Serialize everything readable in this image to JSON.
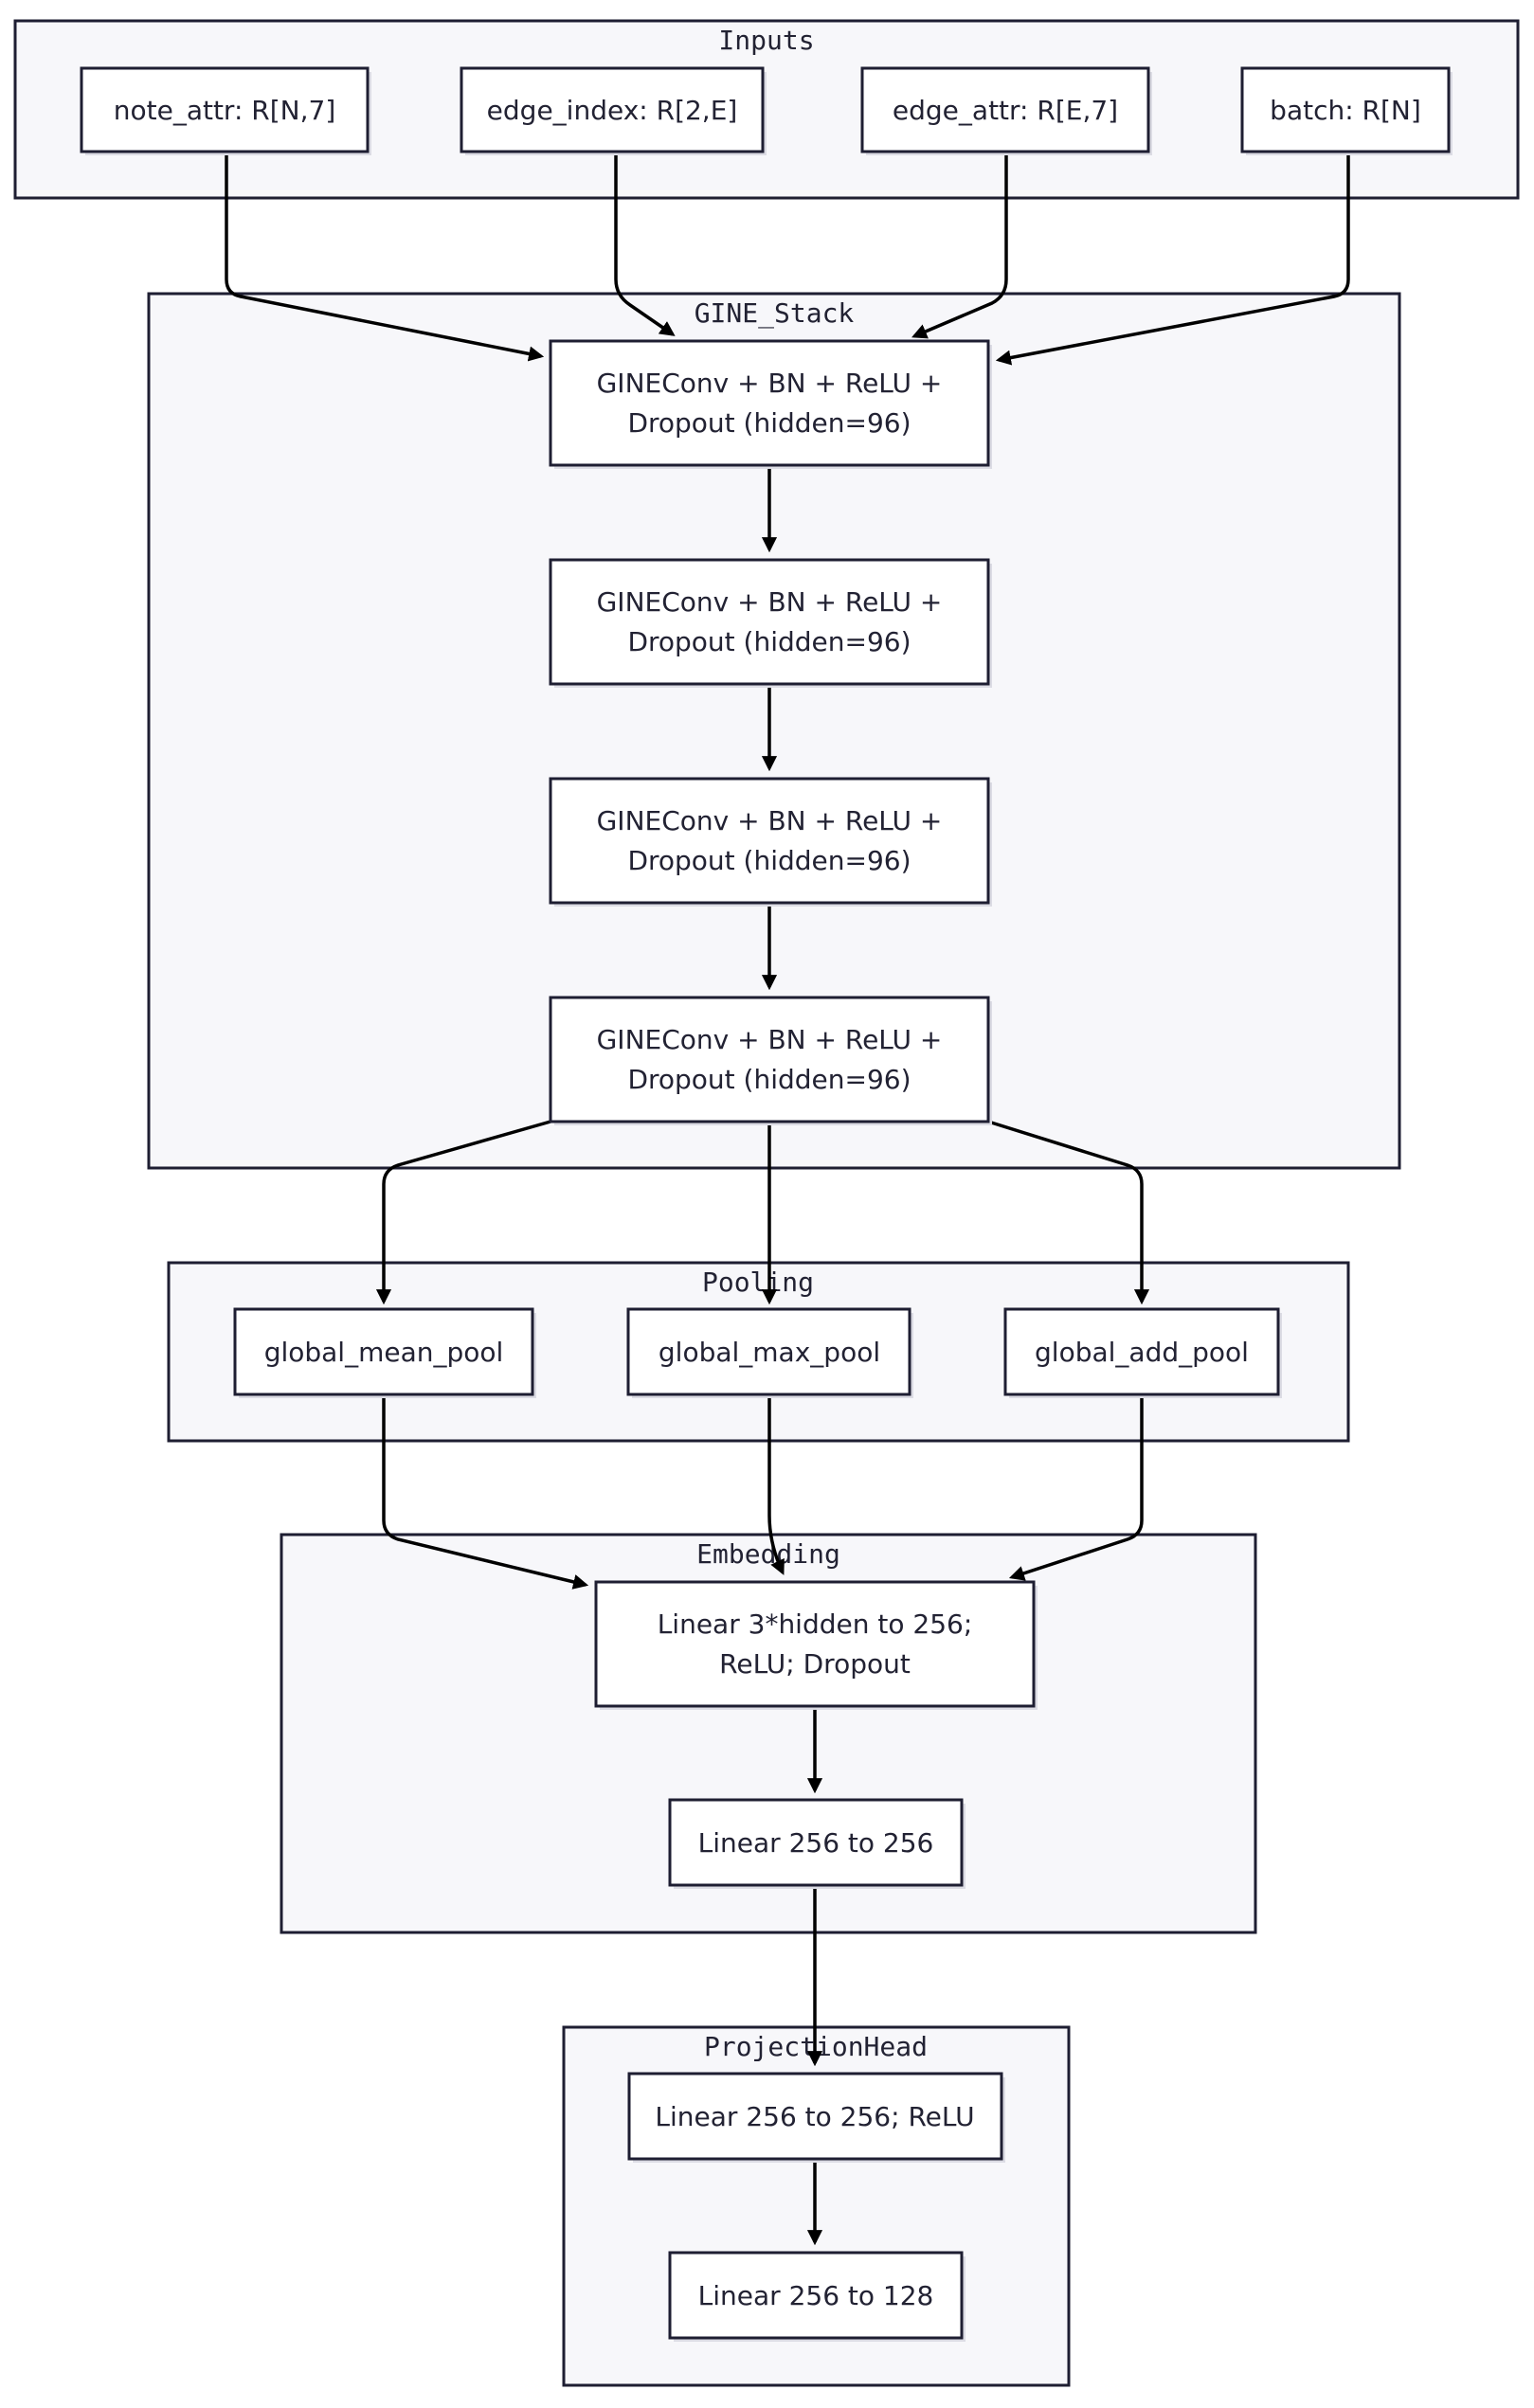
{
  "colors": {
    "cluster_fill": "#f7f7fa",
    "stroke": "#1e1e32",
    "node_fill": "#ffffff",
    "shadow": "#dcdce4",
    "edge": "#000000"
  },
  "clusters": {
    "inputs": "Inputs",
    "gine_stack": "GINE_Stack",
    "pooling": "Pooling",
    "embedding": "Embedding",
    "projection_head": "ProjectionHead"
  },
  "nodes": {
    "note_attr": [
      "note_attr: R[N,7]"
    ],
    "edge_index": [
      "edge_index: R[2,E]"
    ],
    "edge_attr": [
      "edge_attr: R[E,7]"
    ],
    "batch": [
      "batch: R[N]"
    ],
    "gine1": [
      "GINEConv + BN + ReLU +",
      "Dropout (hidden=96)"
    ],
    "gine2": [
      "GINEConv + BN + ReLU +",
      "Dropout (hidden=96)"
    ],
    "gine3": [
      "GINEConv + BN + ReLU +",
      "Dropout (hidden=96)"
    ],
    "gine4": [
      "GINEConv + BN + ReLU +",
      "Dropout (hidden=96)"
    ],
    "mean_pool": [
      "global_mean_pool"
    ],
    "max_pool": [
      "global_max_pool"
    ],
    "add_pool": [
      "global_add_pool"
    ],
    "emb_linear1": [
      "Linear 3*hidden to 256;",
      "ReLU; Dropout"
    ],
    "emb_linear2": [
      "Linear 256 to 256"
    ],
    "proj_linear1": [
      "Linear 256 to 256; ReLU"
    ],
    "proj_linear2": [
      "Linear 256 to 128"
    ]
  },
  "edges": [
    [
      "note_attr",
      "gine1"
    ],
    [
      "edge_index",
      "gine1"
    ],
    [
      "edge_attr",
      "gine1"
    ],
    [
      "batch",
      "gine1"
    ],
    [
      "gine1",
      "gine2"
    ],
    [
      "gine2",
      "gine3"
    ],
    [
      "gine3",
      "gine4"
    ],
    [
      "gine4",
      "mean_pool"
    ],
    [
      "gine4",
      "max_pool"
    ],
    [
      "gine4",
      "add_pool"
    ],
    [
      "mean_pool",
      "emb_linear1"
    ],
    [
      "max_pool",
      "emb_linear1"
    ],
    [
      "add_pool",
      "emb_linear1"
    ],
    [
      "emb_linear1",
      "emb_linear2"
    ],
    [
      "emb_linear2",
      "proj_linear1"
    ],
    [
      "proj_linear1",
      "proj_linear2"
    ]
  ]
}
